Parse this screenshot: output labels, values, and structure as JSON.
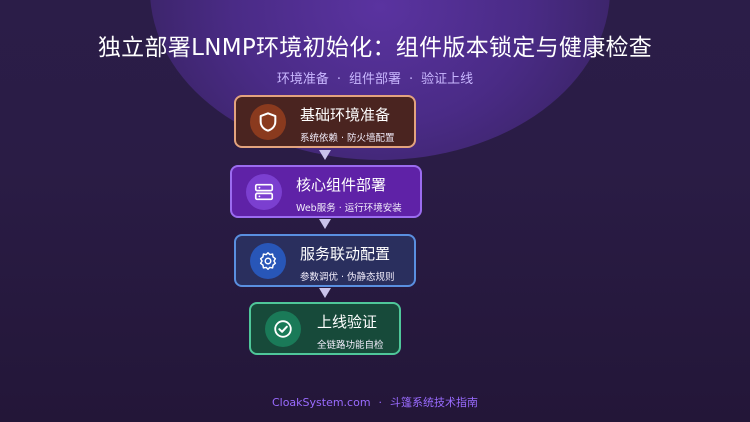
{
  "title": "独立部署LNMP环境初始化：组件版本锁定与健康检查",
  "subtitle": {
    "parts": [
      "环境准备",
      "组件部署",
      "验证上线"
    ],
    "separator": "·"
  },
  "steps": [
    {
      "title": "基础环境准备",
      "desc": "系统依赖 · 防火墙配置",
      "icon": "shield-icon",
      "color": "#e3a37e"
    },
    {
      "title": "核心组件部署",
      "desc": "Web服务 · 运行环境安装",
      "icon": "server-icon",
      "color": "#9b6cf0"
    },
    {
      "title": "服务联动配置",
      "desc": "参数调优 · 伪静态规则",
      "icon": "gear-icon",
      "color": "#5a8fe0"
    },
    {
      "title": "上线验证",
      "desc": "全链路功能自检",
      "icon": "check-circle-icon",
      "color": "#4fc79a"
    }
  ],
  "footer": {
    "site": "CloakSystem.com",
    "separator": "·",
    "text": "斗篷系统技术指南"
  }
}
